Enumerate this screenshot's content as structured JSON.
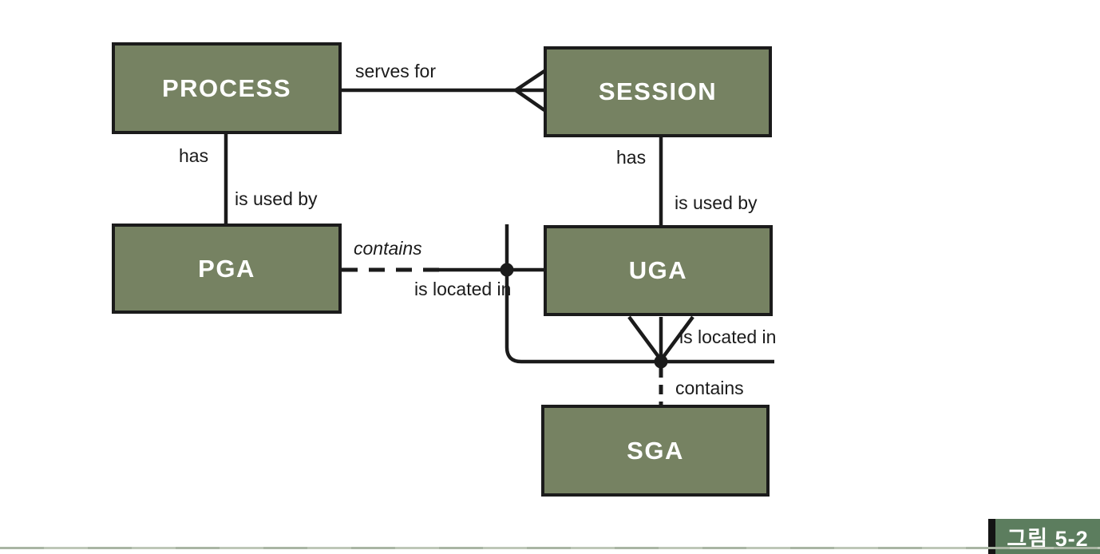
{
  "figure": {
    "type": "entity-relationship-diagram",
    "caption": "그림 5-2"
  },
  "entities": {
    "process": "PROCESS",
    "session": "SESSION",
    "pga": "PGA",
    "uga": "UGA",
    "sga": "SGA"
  },
  "labels": {
    "serves_for": "serves for",
    "has_left": "has",
    "is_used_by_left": "is used by",
    "has_right": "has",
    "is_used_by_right": "is used by",
    "contains_pga": "contains",
    "is_located_in_left": "is located in",
    "is_located_in_right": "is located in",
    "contains_sga": "contains"
  },
  "relationships": [
    {
      "source": "PROCESS",
      "target": "SESSION",
      "label": "serves for",
      "line": "solid",
      "target_cardinality": "many"
    },
    {
      "source": "PROCESS",
      "target": "PGA",
      "source_label": "has",
      "target_label": "is used by",
      "line": "solid"
    },
    {
      "source": "SESSION",
      "target": "UGA",
      "source_label": "has",
      "target_label": "is used by",
      "line": "solid"
    },
    {
      "source": "PGA",
      "target": "UGA",
      "source_label": "contains",
      "target_label": "is located in",
      "line": "dashed"
    },
    {
      "source": "SGA",
      "target": "UGA",
      "source_label": "contains",
      "target_label": "is located in",
      "line": "dashed",
      "target_cardinality": "many"
    }
  ],
  "colors": {
    "entity_fill": "#768262",
    "entity_border": "#1b1b1b",
    "entity_text": "#ffffff",
    "connector": "#1b1b1b",
    "label_text": "#1b1b1b",
    "badge_fill": "#5c7d5e",
    "badge_text": "#ffffff"
  }
}
